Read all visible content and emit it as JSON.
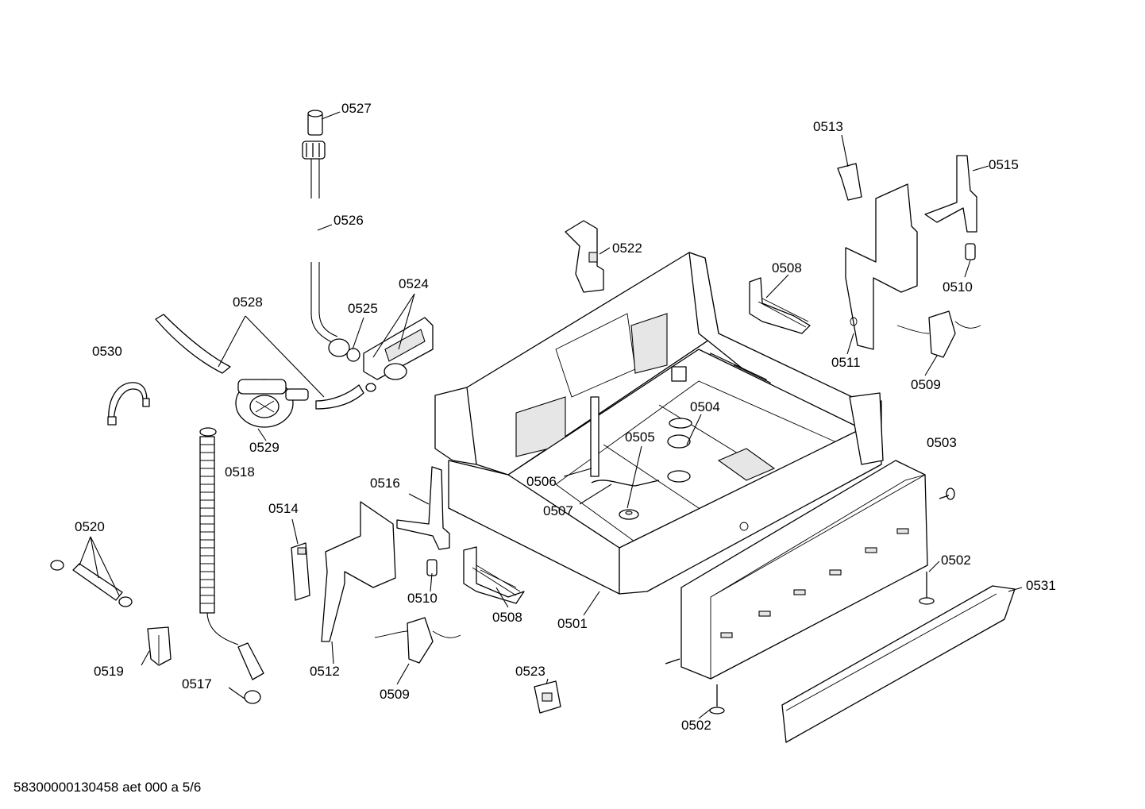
{
  "diagram": {
    "footer": "58300000130458 aet 000 a 5/6",
    "labels": [
      "0527",
      "0526",
      "0528",
      "0525",
      "0524",
      "0530",
      "0529",
      "0518",
      "0520",
      "0519",
      "0517",
      "0514",
      "0512",
      "0516",
      "0510",
      "0509",
      "0508",
      "0506",
      "0507",
      "0505",
      "0504",
      "0501",
      "0522",
      "0523",
      "0513",
      "0515",
      "0508",
      "0510",
      "0511",
      "0509",
      "0503",
      "0502",
      "0531",
      "0502"
    ]
  }
}
